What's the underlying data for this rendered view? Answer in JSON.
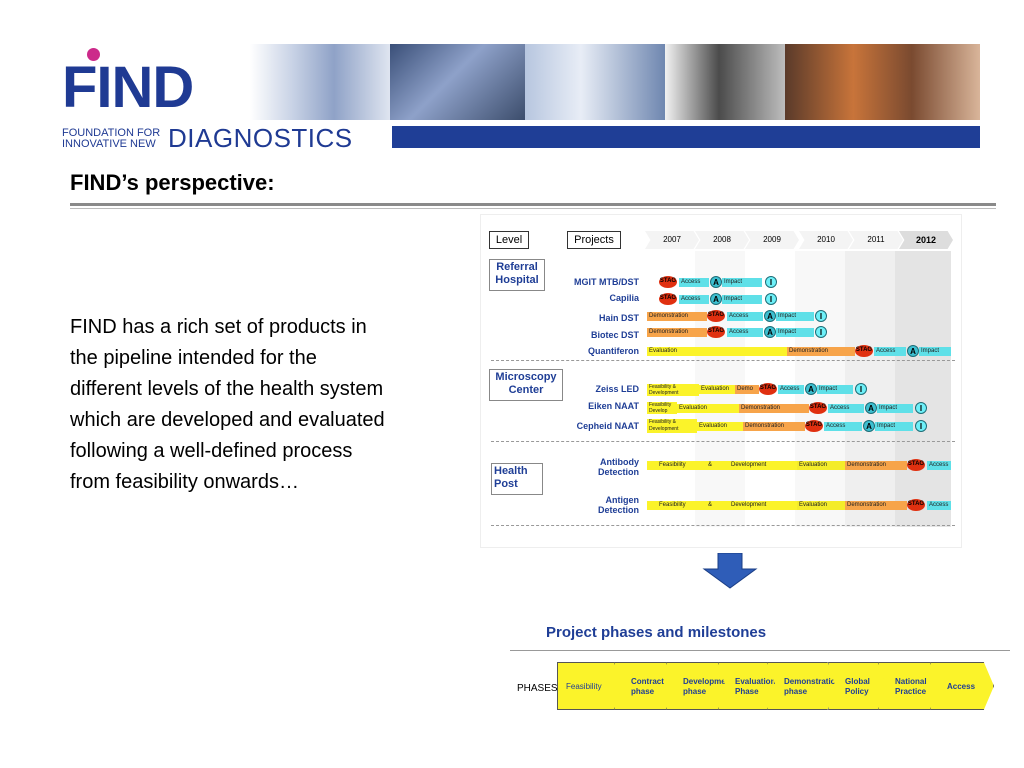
{
  "header": {
    "logo_mark": "FIND",
    "logo_small_line1": "FOUNDATION FOR",
    "logo_small_line2": "INNOVATIVE NEW",
    "logo_big": "DIAGNOSTICS",
    "photos": [
      "chest-xray-photo",
      "lab-sample-photo",
      "lab-worker-photo",
      "microscope-photo",
      "family-photo"
    ],
    "colors": {
      "brand_blue": "#1f3e96",
      "brand_pink": "#cc2a8a"
    }
  },
  "slide": {
    "title": "FIND’s perspective:",
    "body": "FIND has a rich set of products in the pipeline intended for the different levels of the health system which are developed and evaluated following a well-defined process from feasibility onwards…"
  },
  "pipeline": {
    "level_label": "Level",
    "projects_label": "Projects",
    "years": [
      "2007",
      "2008",
      "2009",
      "2010",
      "2011",
      "2012"
    ],
    "levels": [
      {
        "label": "Referral Hospital"
      },
      {
        "label": "Microscopy Center"
      },
      {
        "label": "Health Post"
      }
    ],
    "projects": [
      "MGIT MTB/DST",
      "Capilia",
      "Hain DST",
      "Biotec DST",
      "Quantiferon",
      "Zeiss LED",
      "Eiken NAAT",
      "Cepheid NAAT",
      "Antibody Detection",
      "Antigen Detection"
    ],
    "stage_labels": {
      "stag": "STAG",
      "access": "Access",
      "impact": "Impact",
      "a": "A",
      "i": "I",
      "demonstration": "Demonstration",
      "evaluation": "Evaluation",
      "feasibility": "Feasibility",
      "amp": "&",
      "development": "Development",
      "feas_dev": "Feasibility & Development",
      "demo": "Demo",
      "feas_develop": "Feasibility Develop"
    }
  },
  "phases": {
    "title": "Project phases and milestones",
    "row_label": "PHASES",
    "items": [
      "Feasibility",
      "Contract phase",
      "Development phase",
      "Evaluation Phase",
      "Demonstration phase",
      "Global Policy",
      "National Practice",
      "Access"
    ]
  }
}
